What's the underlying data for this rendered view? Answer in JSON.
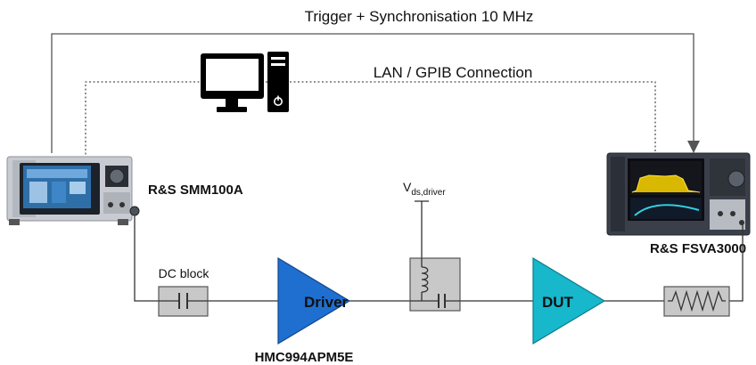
{
  "labels": {
    "trigger": "Trigger + Synchronisation 10 MHz",
    "lan": "LAN / GPIB Connection",
    "generator": "R&S SMM100A",
    "analyzer": "R&S FSVA3000",
    "dc_block": "DC block",
    "driver": "Driver",
    "driver_part": "HMC994APM5E",
    "dut": "DUT",
    "vds_main": "V",
    "vds_sub": "ds,driver"
  },
  "colors": {
    "driver_fill": "#1f6fd1",
    "dut_fill": "#17b7cc",
    "component_fill": "#c8c8c8",
    "instrument_body": "#3a3f4a"
  },
  "icons": {
    "computer": "desktop-computer-icon",
    "power": "power-icon"
  }
}
